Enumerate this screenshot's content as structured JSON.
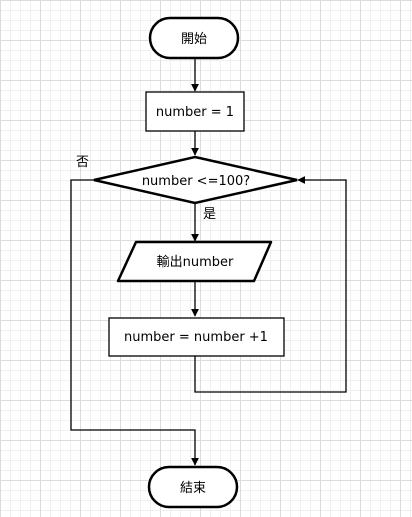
{
  "nodes": {
    "start": "開始",
    "init": "number = 1",
    "condition": "number <=100?",
    "output": "輸出number",
    "increment": "number = number +1",
    "end": "結束"
  },
  "labels": {
    "yes": "是",
    "no": "否"
  }
}
